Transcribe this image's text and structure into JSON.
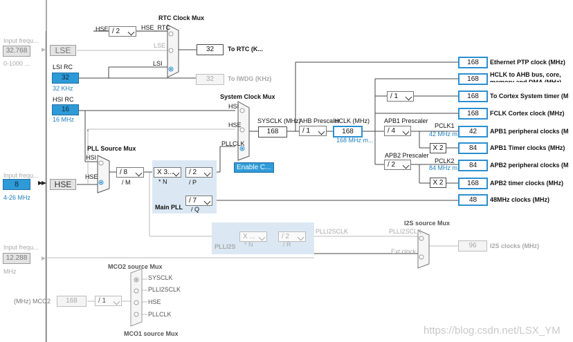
{
  "input_hse": {
    "label": "Input frequ...",
    "value": "8",
    "range": "4-26 MHz",
    "block": "HSE"
  },
  "input_lse": {
    "label": "Input frequ...",
    "value": "32.768",
    "range": "0-1000 ...",
    "block": "LSE"
  },
  "input_i2s": {
    "label": "Input frequ...",
    "value": "12.288",
    "unit": "MHz"
  },
  "lsi": {
    "title": "LSI RC",
    "value": "32",
    "freq": "32 KHz"
  },
  "hsi": {
    "title": "HSI RC",
    "value": "16",
    "freq": "16 MHz"
  },
  "rtc_mux": {
    "title": "RTC Clock Mux",
    "hse_div": "/ 2",
    "in_hse": "HSE",
    "in_hse_rtc": "HSE_RTC",
    "in_lse": "LSE",
    "in_lsi": "LSI",
    "out_value": "32",
    "out_label": "To RTC (K..."
  },
  "iwdg": {
    "value": "32",
    "label": "To IWDG (KHz)"
  },
  "sys_mux": {
    "title": "System Clock Mux",
    "in_hsi": "HSI",
    "in_hse": "HSE",
    "in_pllclk": "PLLCLK",
    "enable": "Enable C..."
  },
  "sysclk": {
    "label": "SYSCLK (MHz)",
    "value": "168"
  },
  "ahb": {
    "label": "AHB Prescaler",
    "value": "/ 1"
  },
  "hclk": {
    "label": "HCLK (MHz)",
    "value": "168",
    "note": "168 MHz m..."
  },
  "apb1": {
    "label": "APB1 Prescaler",
    "value": "/ 4",
    "pclk": "PCLK1",
    "max": "42 MHz m..."
  },
  "apb2": {
    "label": "APB2 Prescaler",
    "value": "/ 2",
    "pclk": "PCLK2",
    "max": "84 MHz m..."
  },
  "pll_mux": {
    "title": "PLL Source Mux",
    "in_hsi": "HSI",
    "in_hse": "HSE"
  },
  "main_pll": {
    "label": "Main PLL",
    "m_value": "/ 8",
    "m_label": "/ M",
    "n_value": "X 3...",
    "n_label": "* N",
    "p_value": "/ 2",
    "p_label": "/ P",
    "q_value": "/ 7",
    "q_label": "/ Q"
  },
  "plli2s": {
    "label": "PLLI2S",
    "n_value": "X ...",
    "n_label": "* N",
    "r_value": "/ 2",
    "r_label": "/ R",
    "out": "PLLI2SCLK"
  },
  "i2s_mux": {
    "title": "I2S source Mux",
    "in_plli2s": "PLLI2SCLK",
    "in_ext": "Ext.clock",
    "out_value": "96",
    "out_label": "I2S clocks (MHz)"
  },
  "outputs": [
    {
      "value": "168",
      "label": "Ethernet PTP clock (MHz)"
    },
    {
      "value": "168",
      "label": "HCLK to AHB bus, core,",
      "label2": "memory and DMA (MHz)"
    },
    {
      "value": "168",
      "label": "To Cortex System timer (M",
      "div": "/ 1"
    },
    {
      "value": "168",
      "label": "FCLK Cortex clock (MHz)"
    },
    {
      "value": "42",
      "label": "APB1 peripheral clocks (M"
    },
    {
      "value": "84",
      "label": "APB1 Timer clocks (MHz)",
      "mult": "X 2"
    },
    {
      "value": "84",
      "label": "APB2 peripheral clocks (M"
    },
    {
      "value": "168",
      "label": "APB2 timer clocks (MHz)",
      "mult": "X 2"
    },
    {
      "value": "48",
      "label": "48MHz clocks (MHz)"
    }
  ],
  "mco2": {
    "title": "MCO2 source Mux",
    "inputs": [
      "SYSCLK",
      "PLLI2SCLK",
      "HSE",
      "PLLCLK"
    ],
    "out_label": "(MHz) MCO2",
    "out_value": "168",
    "div": "/ 1"
  },
  "mco1": {
    "title": "MCO1 source Mux"
  },
  "watermark": "https://blog.csdn.net/LSX_YM"
}
